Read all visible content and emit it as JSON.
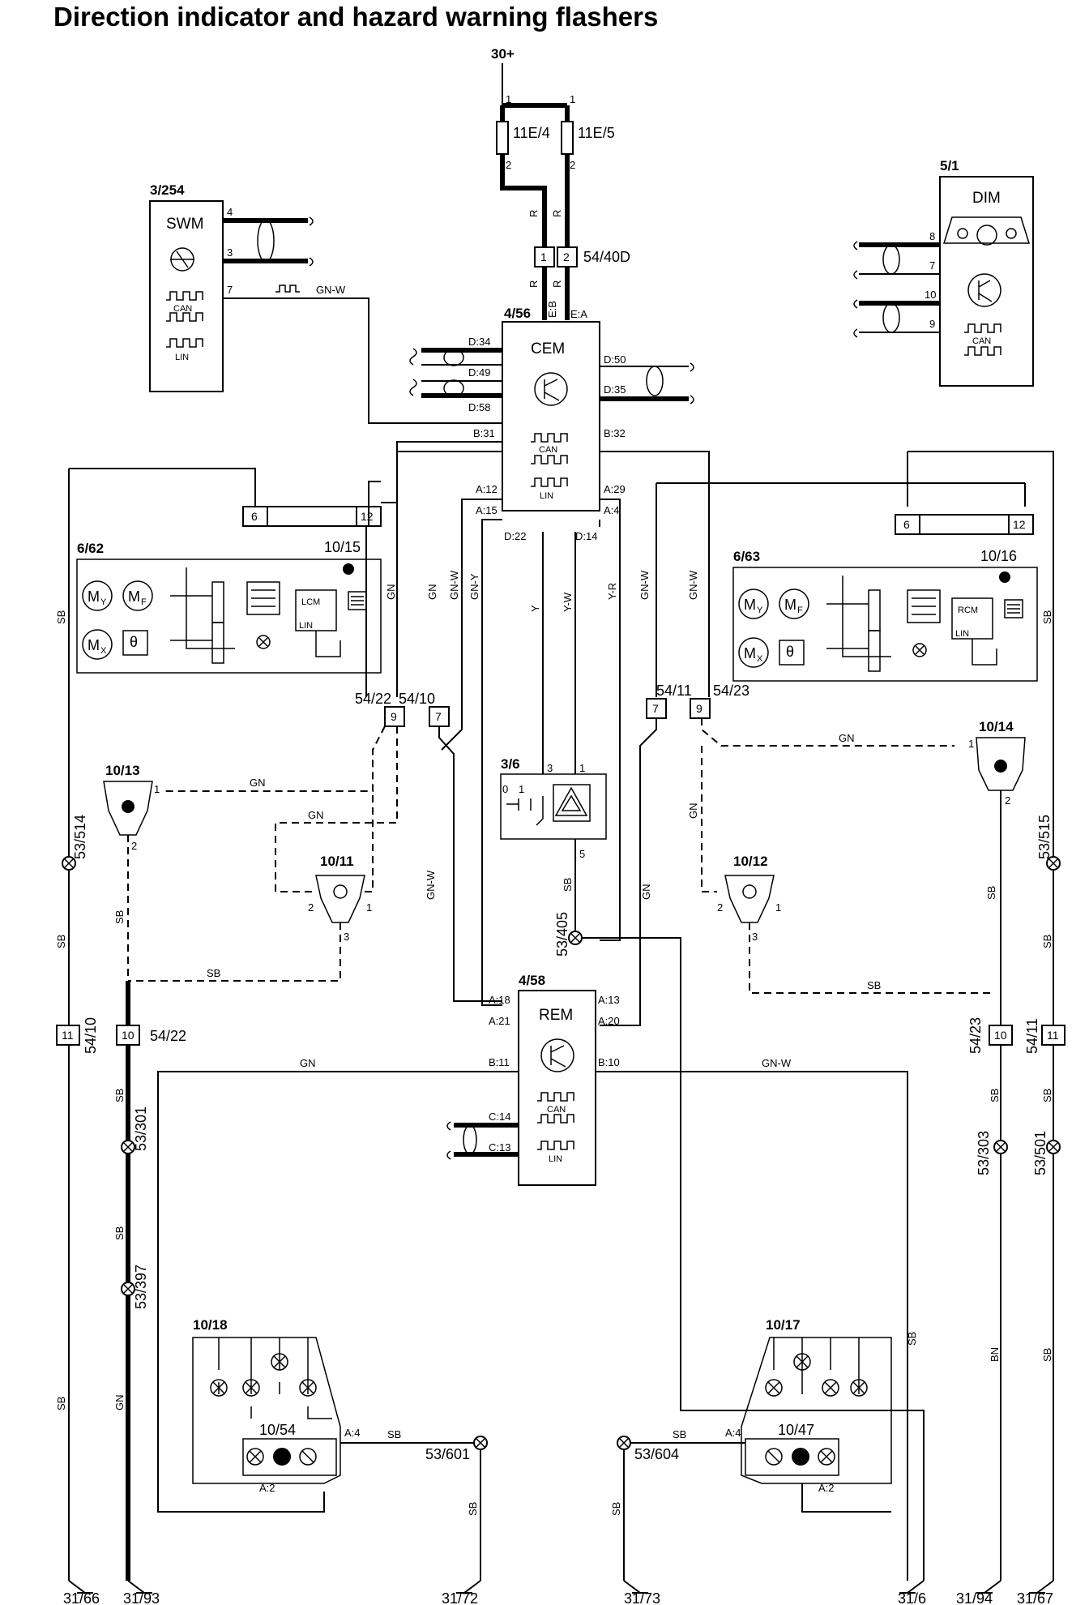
{
  "title": "Direction indicator and hazard warning flashers",
  "supply": "30+",
  "fuses": {
    "f1": "11E/4",
    "f2": "11E/5",
    "pin1": "1",
    "pin2": "2"
  },
  "connector_5440d": {
    "ref": "54/40D",
    "p1": "1",
    "p2": "2"
  },
  "swm": {
    "ref": "3/254",
    "name": "SWM",
    "p4": "4",
    "p3": "3",
    "p7": "7",
    "can": "CAN",
    "lin": "LIN"
  },
  "dim": {
    "ref": "5/1",
    "name": "DIM",
    "p8": "8",
    "p7": "7",
    "p10": "10",
    "p9": "9",
    "can": "CAN"
  },
  "cem": {
    "ref": "4/56",
    "name": "CEM",
    "can": "CAN",
    "lin": "LIN",
    "pins": {
      "eb": "E:B",
      "ea": "E:A",
      "d34": "D:34",
      "d49": "D:49",
      "d58": "D:58",
      "b31": "B:31",
      "a12": "A:12",
      "a15": "A:15",
      "d22": "D:22",
      "d14": "D:14",
      "d50": "D:50",
      "d35": "D:35",
      "b32": "B:32",
      "a29": "A:29",
      "a4": "A:4"
    }
  },
  "rem": {
    "ref": "4/58",
    "name": "REM",
    "can": "CAN",
    "lin": "LIN",
    "pins": {
      "a18": "A:18",
      "a21": "A:21",
      "b11": "B:11",
      "a13": "A:13",
      "a20": "A:20",
      "b10": "B:10",
      "c14": "C:14",
      "c13": "C:13"
    }
  },
  "mirror_left": {
    "ref": "6/62",
    "lamp": "10/15",
    "p6": "6",
    "p12": "12",
    "ctrl": "LCM",
    "lin": "LIN",
    "my": "M",
    "myy": "Y",
    "mf": "M",
    "mff": "F",
    "mx": "M",
    "mxx": "X",
    "theta": "θ"
  },
  "mirror_right": {
    "ref": "6/63",
    "lamp": "10/16",
    "p6": "6",
    "p12": "12",
    "ctrl": "RCM",
    "lin": "LIN",
    "my": "M",
    "myy": "Y",
    "mf": "M",
    "mff": "F",
    "mx": "M",
    "mxx": "X",
    "theta": "θ"
  },
  "hazard_switch": {
    "ref": "3/6",
    "p3": "3",
    "p1": "1",
    "p5": "5",
    "s0": "0",
    "s1": "1"
  },
  "lamps": {
    "l1013": "10/13",
    "l1011": "10/11",
    "l1014": "10/14",
    "l1012": "10/12",
    "l1018": "10/18",
    "l1017": "10/17",
    "l1054": "10/54",
    "l1047": "10/47",
    "a2": "A:2",
    "a4": "A:4"
  },
  "connectors": {
    "c5422": "54/22",
    "c5410": "54/10",
    "c5411": "54/11",
    "c5423": "54/23",
    "n9": "9",
    "n7": "7",
    "n10": "10",
    "n11": "11"
  },
  "splices": {
    "s53514": "53/514",
    "s53515": "53/515",
    "s53405": "53/405",
    "s53301": "53/301",
    "s53397": "53/397",
    "s53303": "53/303",
    "s53501": "53/501",
    "s53601": "53/601",
    "s53604": "53/604"
  },
  "grounds": {
    "g3166": "31/66",
    "g3193": "31/93",
    "g3172": "31/72",
    "g3173": "31/73",
    "g316": "31/6",
    "g3194": "31/94",
    "g3167": "31/67"
  },
  "pins_misc": {
    "p1": "1",
    "p2": "2",
    "p3": "3"
  },
  "colors": {
    "r": "R",
    "gnw": "GN-W",
    "gn": "GN",
    "gny": "GN-Y",
    "y": "Y",
    "yw": "Y-W",
    "yr": "Y-R",
    "sb": "SB",
    "bn": "BN"
  }
}
